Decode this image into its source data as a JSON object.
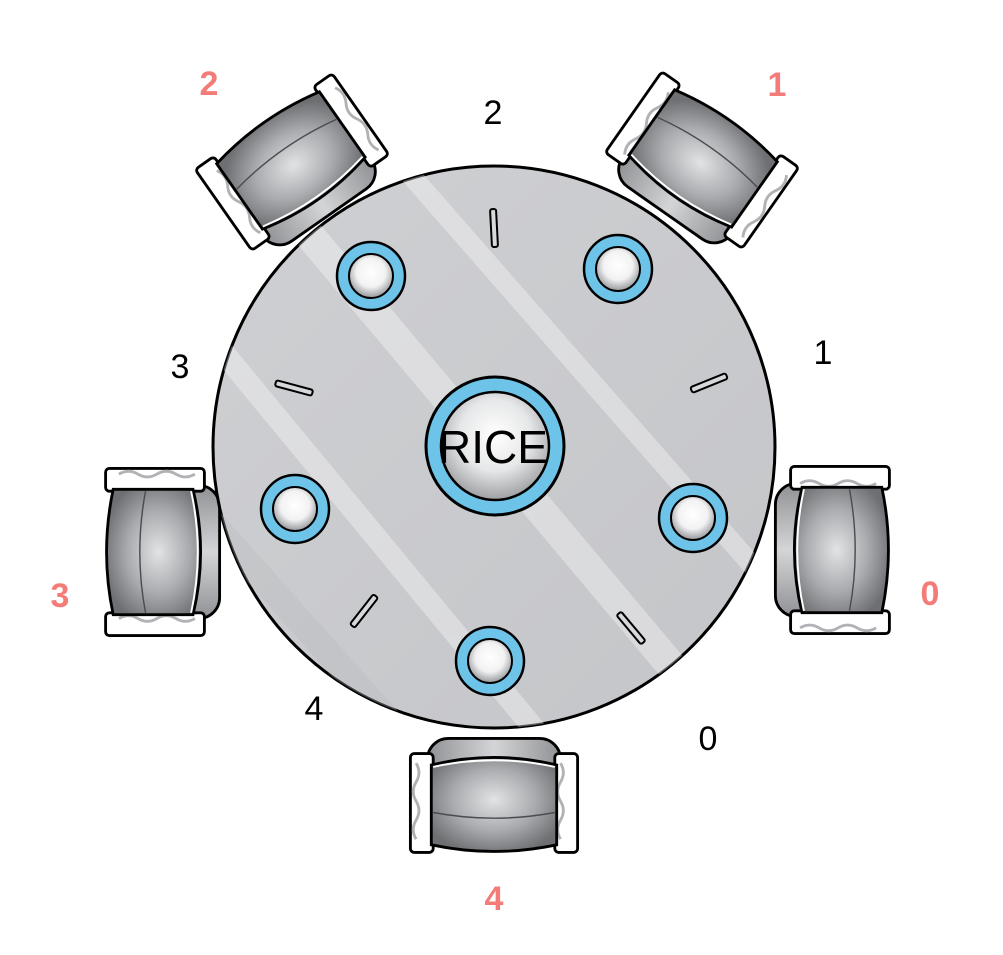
{
  "rice_bowl_label": "RICE",
  "philosopher_labels": [
    "0",
    "1",
    "2",
    "3",
    "4"
  ],
  "chopstick_labels": [
    "0",
    "1",
    "2",
    "3",
    "4"
  ],
  "colors": {
    "philosopher_label": "#f47c78",
    "chopstick_label": "#000000",
    "plate_ring": "#6ec3e8",
    "table": "#cccdd0"
  }
}
